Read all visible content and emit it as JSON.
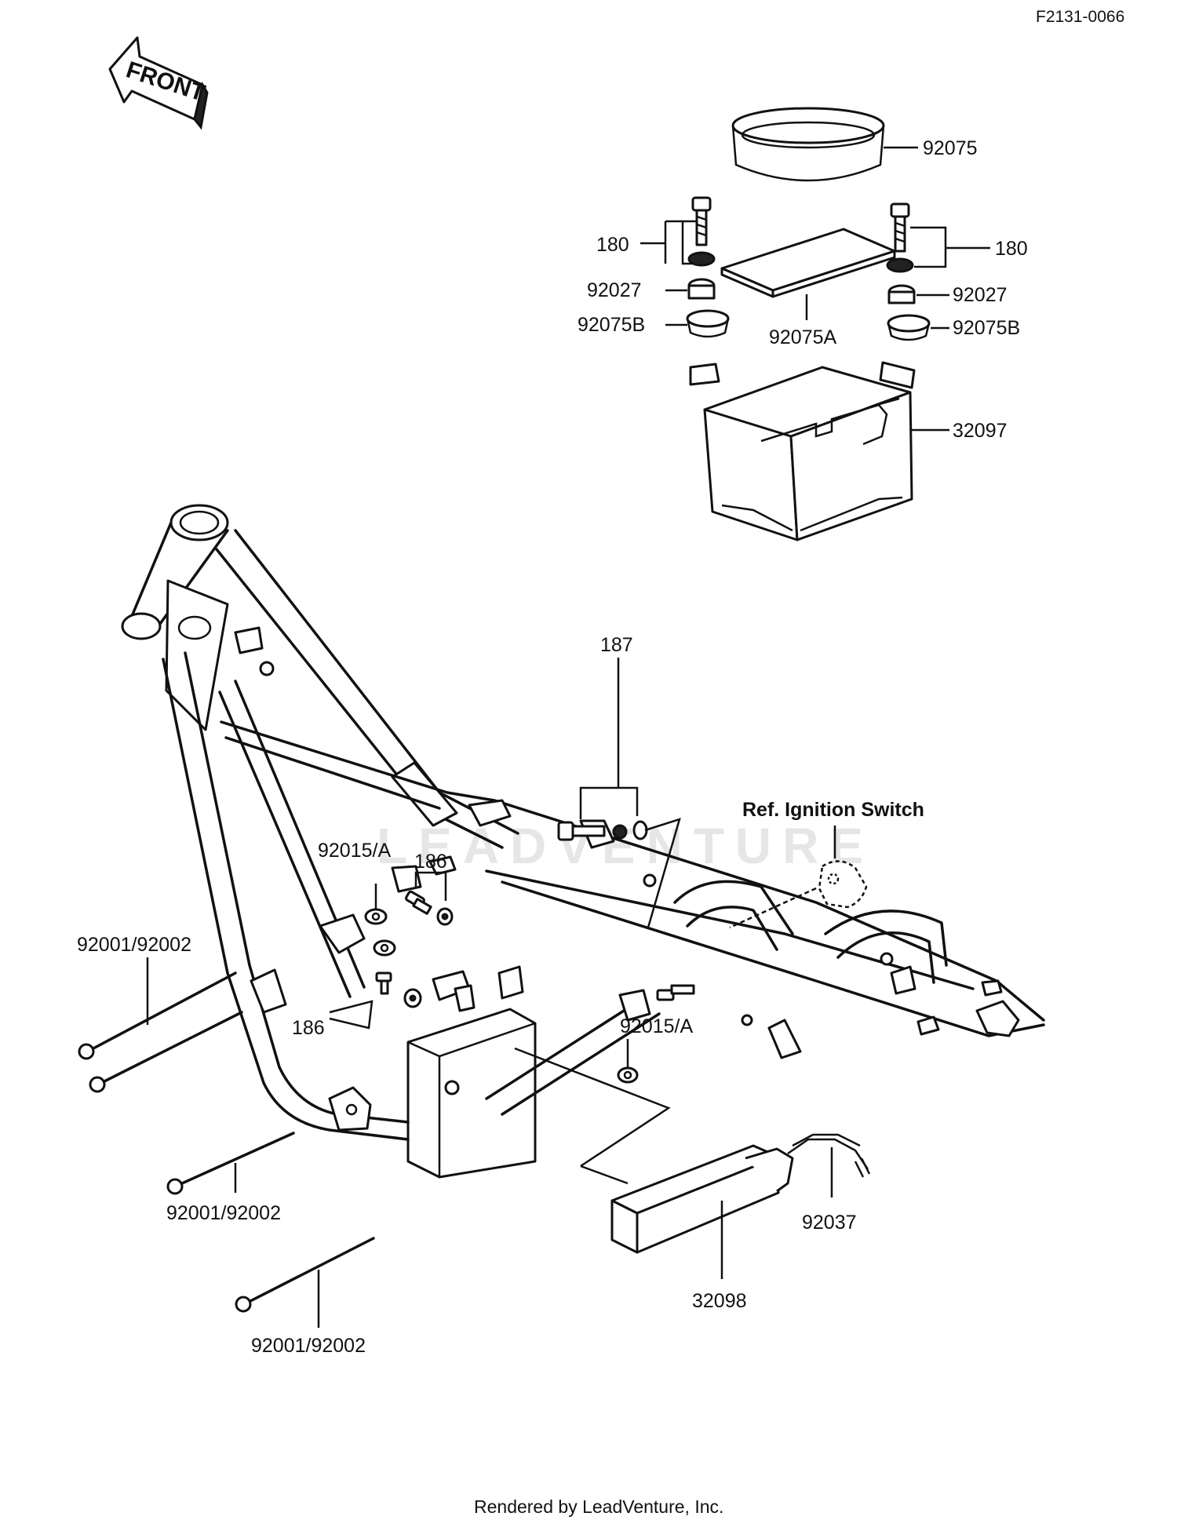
{
  "diagram_code": "F2131-0066",
  "front_arrow": "FRONT",
  "watermark": "LEADVENTURE",
  "footer": "Rendered by LeadVenture, Inc.",
  "reference": "Ref. Ignition Switch",
  "labels": {
    "p92075": "92075",
    "p180_left": "180",
    "p180_right": "180",
    "p92027_left": "92027",
    "p92027_right": "92027",
    "p92075B_left": "92075B",
    "p92075B_right": "92075B",
    "p92075A": "92075A",
    "p32097": "32097",
    "p187": "187",
    "p92015A_top": "92015/A",
    "p186_top": "186",
    "p186_bottom": "186",
    "p92015A_bottom": "92015/A",
    "p92001_a": "92001/92002",
    "p92001_b": "92001/92002",
    "p92001_c": "92001/92002",
    "p92037": "92037",
    "p32098": "32098"
  },
  "icons": {
    "front_arrow": "front-arrow-icon",
    "frame": "motorcycle-frame-icon",
    "battery_case": "battery-case-icon",
    "battery_band": "battery-band-icon",
    "ignition_switch": "ignition-switch-icon"
  }
}
